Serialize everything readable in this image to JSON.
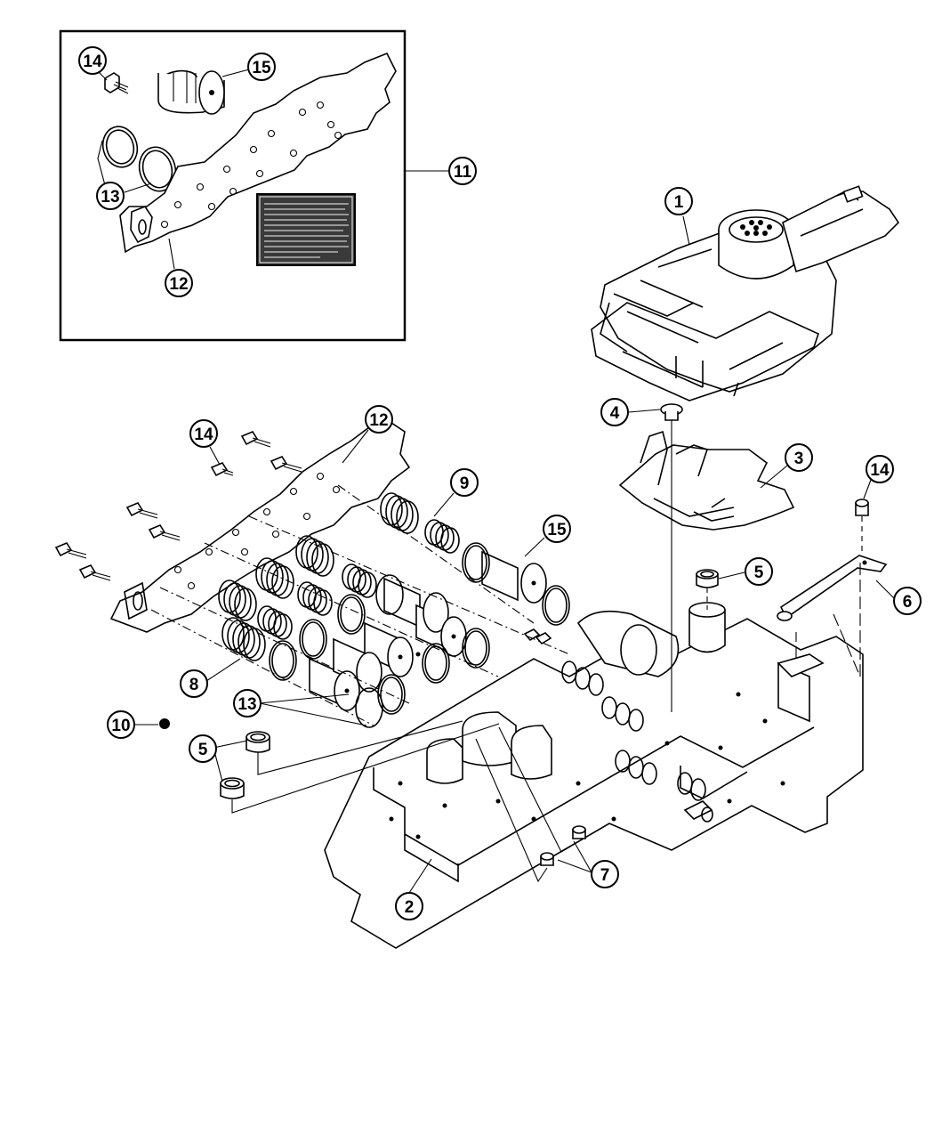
{
  "callouts": {
    "c1": "1",
    "c2": "2",
    "c3": "3",
    "c4": "4",
    "c5a": "5",
    "c5b": "5",
    "c6": "6",
    "c7": "7",
    "c8": "8",
    "c9": "9",
    "c10": "10",
    "c11": "11",
    "c12a": "12",
    "c12b": "12",
    "c13a": "13",
    "c13b": "13",
    "c14a": "14",
    "c14b": "14",
    "c14c": "14",
    "c15a": "15",
    "c15b": "15"
  },
  "colors": {
    "line": "#000000",
    "background": "#ffffff",
    "label_fill": "#3a3a3a"
  }
}
